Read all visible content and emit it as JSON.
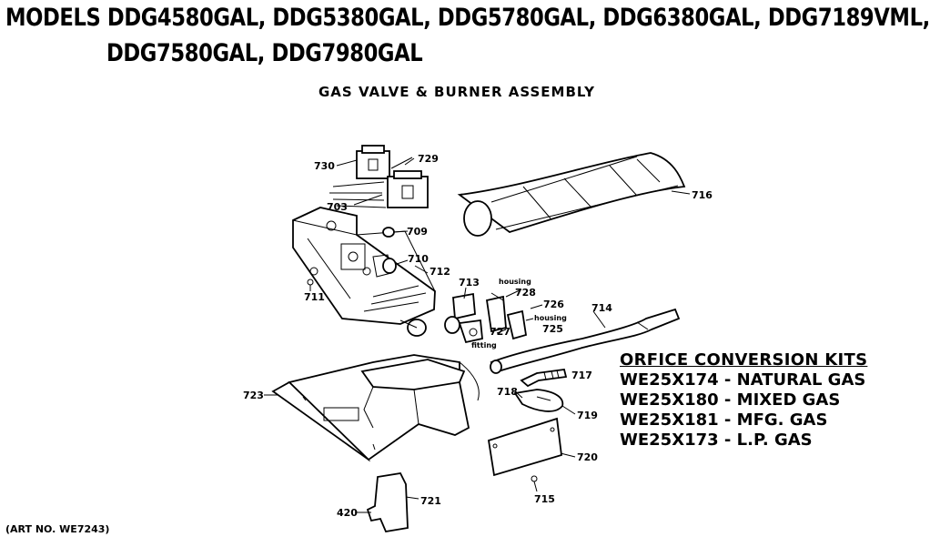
{
  "header": {
    "models_line1": "MODELS DDG4580GAL, DDG5380GAL, DDG5780GAL, DDG6380GAL, DDG7189VML,",
    "models_line2": "DDG7580GAL, DDG7980GAL",
    "subtitle": "GAS VALVE & BURNER ASSEMBLY"
  },
  "part_labels": {
    "p730": "730",
    "p729": "729",
    "p703": "703",
    "p709": "709",
    "p710": "710",
    "p712": "712",
    "p711": "711",
    "p713": "713",
    "p728": "728",
    "p726": "726",
    "p727": "727",
    "p725": "725",
    "p714": "714",
    "p716": "716",
    "p717": "717",
    "p718": "718",
    "p719": "719",
    "p720": "720",
    "p715": "715",
    "p723": "723",
    "p721": "721",
    "p420": "420",
    "housing_a": "housing",
    "housing_b": "housing",
    "fitting": "fitting"
  },
  "conversion_kits": {
    "title": "ORFICE CONVERSION KITS",
    "items": [
      "WE25X174 - NATURAL GAS",
      "WE25X180 - MIXED GAS",
      "WE25X181 - MFG. GAS",
      "WE25X173 - L.P. GAS"
    ]
  },
  "footer": {
    "art_no": "(ART NO. WE7243)"
  }
}
